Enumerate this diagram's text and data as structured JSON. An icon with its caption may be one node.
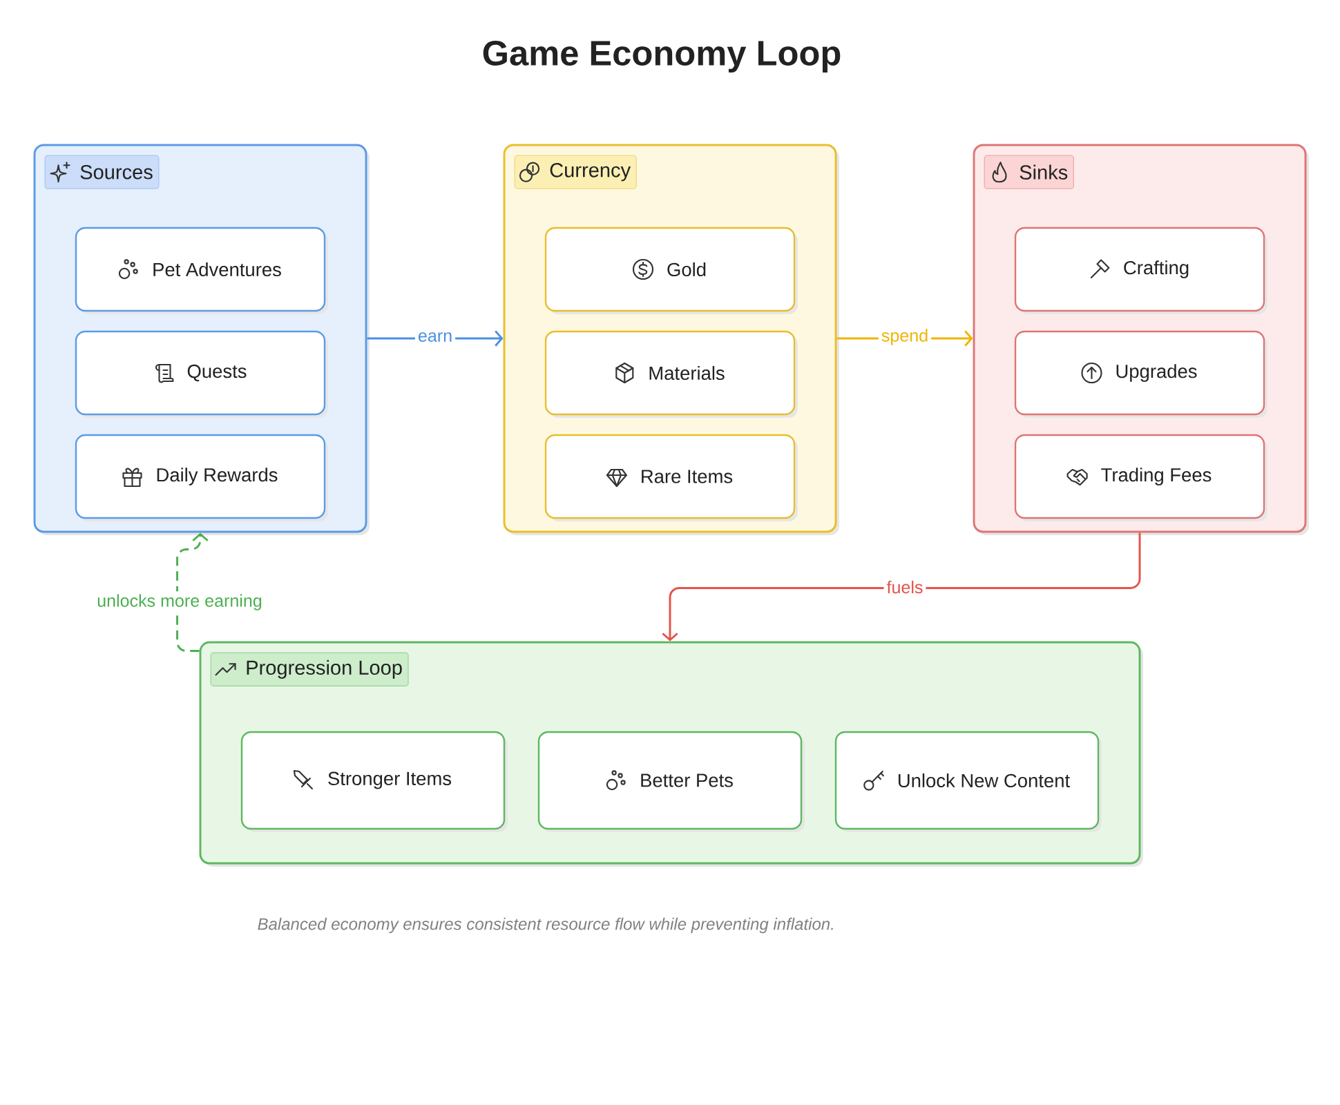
{
  "diagram": {
    "title": "Game Economy Loop",
    "caption": "Balanced economy ensures consistent resource flow while preventing inflation.",
    "nodes": [
      {
        "text": [
          "Sources"
        ]
      },
      {
        "text": [
          "Pet Adventures"
        ],
        "in": 0
      },
      {
        "text": [
          "Quests"
        ],
        "in": 0
      },
      {
        "text": [
          "Daily Rewards"
        ],
        "in": 0
      },
      {
        "text": [
          "Currency"
        ]
      },
      {
        "text": [
          "Gold"
        ],
        "in": 4
      },
      {
        "text": [
          "Materials"
        ],
        "in": 4
      },
      {
        "text": [
          "Rare Items"
        ],
        "in": 4
      },
      {
        "text": [
          "Sinks"
        ]
      },
      {
        "text": [
          "Crafting"
        ],
        "in": 8
      },
      {
        "text": [
          "Upgrades"
        ],
        "in": 8
      },
      {
        "text": [
          "Trading Fees"
        ],
        "in": 8
      },
      {
        "text": [
          "Progression Loop"
        ]
      },
      {
        "text": [
          "Stronger Items"
        ],
        "in": 12
      },
      {
        "text": [
          "Better Pets"
        ],
        "in": 12
      },
      {
        "text": [
          "Unlock New Content"
        ],
        "in": 12
      }
    ],
    "edges": [
      {
        "from": 0,
        "to": 4,
        "arrow": "to",
        "label": "earn",
        "color": "#4a90e2"
      },
      {
        "from": 4,
        "to": 8,
        "arrow": "to",
        "label": "spend",
        "color": "#f0b400"
      },
      {
        "from": 8,
        "to": 12,
        "arrow": "to",
        "label": "fuels",
        "color": "#e5534b"
      },
      {
        "from": 12,
        "to": 0,
        "arrow": "to",
        "label": "unlocks more earning",
        "style": "dashed",
        "color": "#4caf50"
      }
    ]
  }
}
